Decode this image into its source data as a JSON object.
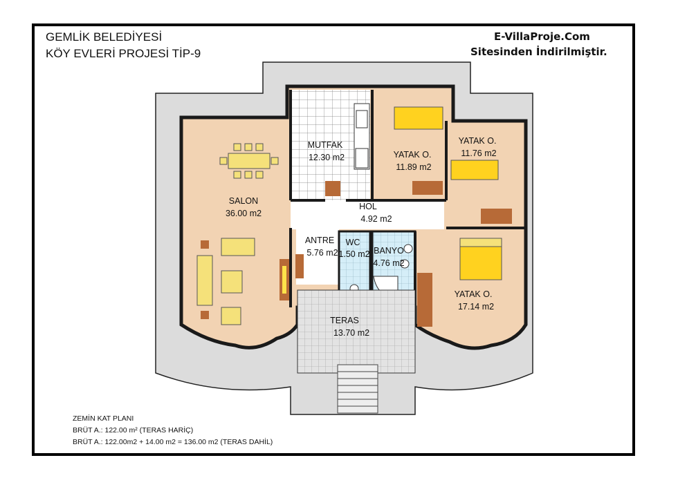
{
  "header": {
    "title_line1": "GEMLİK BELEDİYESİ",
    "title_line2": "KÖY EVLERİ PROJESİ TİP-9",
    "site_line1": "E-VillaProje.Com",
    "site_line2": "Sitesinden İndirilmiştir."
  },
  "rooms": {
    "salon": {
      "name": "SALON",
      "area": "36.00 m2"
    },
    "mutfak": {
      "name": "MUTFAK",
      "area": "12.30 m2"
    },
    "yatak1": {
      "name": "YATAK O.",
      "area": "11.89 m2"
    },
    "yatak2": {
      "name": "YATAK O.",
      "area": "11.76 m2"
    },
    "hol": {
      "name": "HOL",
      "area": "4.92 m2"
    },
    "antre": {
      "name": "ANTRE",
      "area": "5.76 m2"
    },
    "wc": {
      "name": "WC",
      "area": "1.50 m2"
    },
    "banyo": {
      "name": "BANYO",
      "area": "4.76 m2"
    },
    "yatak3": {
      "name": "YATAK O.",
      "area": "17.14 m2"
    },
    "teras": {
      "name": "TERAS",
      "area": "13.70 m2"
    }
  },
  "notes": {
    "line1": "ZEMİN  KAT PLANI",
    "line2": "BRÜT A.: 122.00 m² (TERAS HARİÇ)",
    "line3": "BRÜT A.: 122.00m2 + 14.00 m2 = 136.00 m2 (TERAS DAHİL)"
  },
  "colors": {
    "room_fill": "#f2d3b3",
    "wall": "#1a1a1a",
    "terrace": "#dcdcdc",
    "furniture": "#f5e17a",
    "bed": "#ffd21f",
    "wood": "#b76a37",
    "bath_tile": "#d5eef8"
  }
}
